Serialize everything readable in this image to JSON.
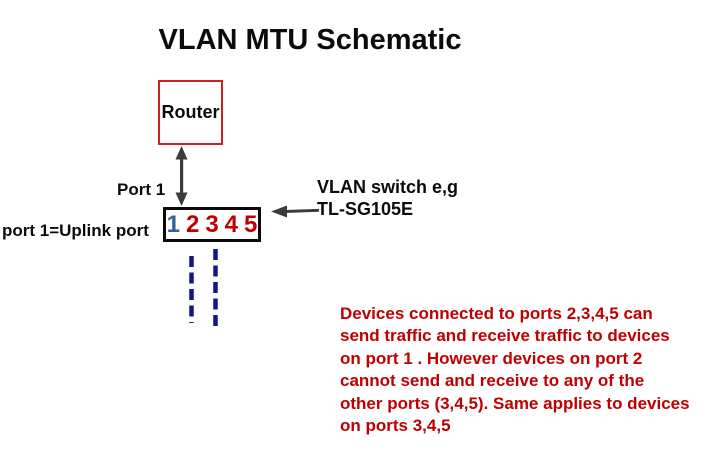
{
  "title": "VLAN MTU Schematic",
  "router": {
    "label": "Router"
  },
  "switch": {
    "ports": [
      "1",
      "2",
      "3",
      "4",
      "5"
    ],
    "port1_label": "Port 1",
    "uplink_label": "port 1=Uplink port",
    "name_line1": "VLAN switch e,g",
    "name_line2": "TL-SG105E"
  },
  "annotation": {
    "lines": [
      "Devices connected to ports 2,3,4,5 can",
      "send traffic and receive traffic to devices",
      "on port 1 . However devices on port 2",
      "cannot send and receive to any of the",
      "other ports (3,4,5). Same applies to devices",
      "on ports 3,4,5"
    ]
  },
  "colors": {
    "title_text": "#0b0b0b",
    "router_border": "#cc2024",
    "switch_border": "#0a0a0a",
    "uplink_digit": "#31609b",
    "other_port_digits": "#c00000",
    "annotation_text": "#c00000",
    "dashed_line": "#14148c",
    "arrow": "#3b3b3b"
  }
}
